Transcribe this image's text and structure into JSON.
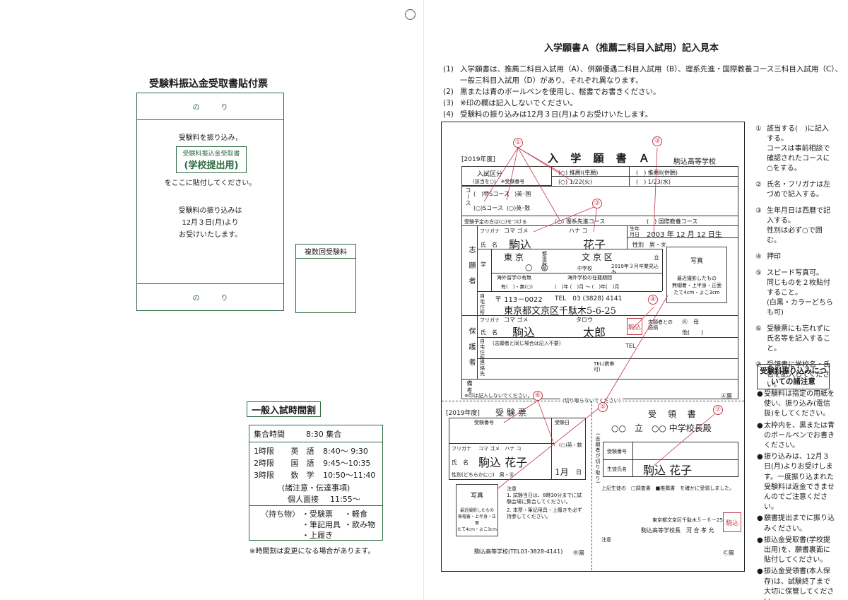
{
  "left": {
    "slip_title": "受験料振込金受取書貼付票",
    "nori": "の　　　り",
    "slip_lines": [
      "受験料を振り込み，",
      "をここに貼付してください。",
      "受験料の振り込みは",
      "12月３日(月)より",
      "お受けいたします。"
    ],
    "slip_box_small": "受験料振込金受取書",
    "slip_box_big": "(学校提出用)",
    "fukusu": "複数回受験料",
    "schedule_title": "一般入試時間割",
    "schedule": {
      "gather_label": "集合時間",
      "gather_time": "8:30 集合",
      "periods": [
        {
          "p": "1時限",
          "s": "英　語",
          "t": "8:40〜 9:30"
        },
        {
          "p": "2時限",
          "s": "国　語",
          "t": "9:45〜10:35"
        },
        {
          "p": "3時限",
          "s": "数　学",
          "t": "10:50〜11:40"
        }
      ],
      "notice": "(諸注意・伝達事項)",
      "interview_label": "個人面接",
      "interview_time": "11:55〜",
      "belongings_label": "〈持ち物〉",
      "belongings": [
        "・受験票",
        "・軽食",
        "・筆記用具",
        "・飲み物",
        "・上履き"
      ]
    },
    "note": "※時間割は変更になる場合があります。"
  },
  "right": {
    "title": "入学願書Ａ（推薦二科目入試用）記入見本",
    "rules": [
      {
        "n": "(1)",
        "t": "入学願書は、推薦二科目入試用（A）、併願優遇二科目入試用（B）、理系先進・国際教養コース三科目入試用（C）、"
      },
      {
        "n": "",
        "t": "一般三科目入試用（D）があり、それぞれ異なります。"
      },
      {
        "n": "(2)",
        "t": "黒または青のボールペンを使用し、楷書でお書きください。"
      },
      {
        "n": "(3)",
        "t": "※印の欄は記入しないでください。"
      },
      {
        "n": "(4)",
        "t": "受験料の振り込みは12月３日(月)よりお受けいたします。"
      }
    ],
    "form": {
      "year": "[2019年度]",
      "name_title": "入 学 願 書 Ａ",
      "school": "駒込高等学校",
      "kubun": "入試区分",
      "kubun_note": "(該当を○)　※受験番号",
      "suisen1": "(○) 推薦Ⅰ(単願)",
      "suisen2": "(　) 推薦Ⅱ(併願)",
      "date1": "(○) 1/22(火)",
      "date2": "(　) 1/23(水)",
      "course_label": "コース",
      "toku_s": "(　)特Sコース",
      "s_course": "(○)Sコース",
      "eikoku": "(　)英･国",
      "eisu": "(○)英･数",
      "yotei": "受験予定の方は(○)をつける",
      "rikei": "(○) 理系先進コース",
      "kokusai": "(　) 国際教養コース",
      "furigana": "フリガナ",
      "furi_sei": "コマ ゴメ",
      "furi_mei": "ハナ コ",
      "shimei": "氏　名",
      "sei": "駒込",
      "mei": "花子",
      "birth_label": "生年月日",
      "birth": "2003 年 12 月 12 日生",
      "gender": "性別　男・㊛",
      "shigansha": "志願者",
      "tokyo": "東 京",
      "bunkyo": "文 京 区",
      "to_label": "都道府県",
      "ritsu": "立",
      "gakko": "学",
      "school_name": "○　○",
      "chugakko": "中学校",
      "sotsu": "2019年３月卒業見込み",
      "ryugaku": "海外留学の有無",
      "zaiseki": "海外学校の在籍期間",
      "ari": "有(　)・無(○)",
      "kikan": "(　)年 (　)月 〜 (　)年(　)月",
      "jitaku": "自宅住所",
      "zip": "〒 113－0022",
      "tel": "TEL　03 (3828) 4141",
      "address": "東京都文京区千駄木5-6-25",
      "hogosha": "保護者",
      "g_furi_sei": "コマ ゴメ",
      "g_furi_mei": "タロウ",
      "g_sei": "駒込",
      "g_mei": "太郎",
      "zokugara": "志願者との続柄",
      "chichi": "㊋　母",
      "hoka": "他(　　)",
      "hogo_note": "(志願者と同じ場合は記入不要)",
      "tel2": "TEL",
      "renraku": "連絡先",
      "keitai": "TEL(携帯可)",
      "biko": "備考",
      "kome": "※印は記入しないでください。",
      "a_hyo": "Ⓐ票",
      "cut": "(切り取らないでください)",
      "photo_head": "写真",
      "photo_note1": "最近撮影したもの",
      "photo_note2": "無帽着・上半身・正面",
      "photo_note3": "たて4cm・よこ3cm",
      "stamp": "駒込",
      "hyo_year": "[2019年度]",
      "juken_hyo": "受験票",
      "juken_bango": "受験番号",
      "juken_bi": "受験日",
      "b_furi": "コマ ゴメ　ハナ コ",
      "b_name": "駒込 花子",
      "b_gender": "性別(どちらかに○)　男・㊛",
      "b_month": "1月",
      "b_hi": "日",
      "b_course": "(○)英・数",
      "chui": "注意",
      "chui1": "1. 試験当日は、8時30分までに試験会場に集合してください。",
      "chui2": "2. 本票・筆記用具・上履きを必ず持参してください。",
      "b_school": "駒込高等学校(TEL03-3828-4141)",
      "b_hyo": "Ⓑ票",
      "ryoshu": "受 領 書",
      "c_school": "○○　立　○○ 中学校長殿",
      "c_bango": "受験番号",
      "c_name_label": "生徒氏名",
      "c_name": "駒込 花子",
      "c_text": "上記生徒の　□調査書　■推薦書　を確かに受領しました。",
      "c_addr": "東京都文京区千駄木５－６－25",
      "c_principal": "駒込高等学校長　河 合 孝 允",
      "c_note": "注意",
      "c_hyo": "Ⓒ票",
      "kiritori": "(志願者が切り取り)"
    },
    "side": [
      {
        "n": "①",
        "t": "該当する(　)に記入する。\nコースは事前相談で確認されたコースに○をする。"
      },
      {
        "n": "②",
        "t": "氏名・フリガナは左づめで記入する。"
      },
      {
        "n": "③",
        "t": "生年月日は西暦で記入する。\n性別は必ず○で囲む。"
      },
      {
        "n": "④",
        "t": "押印"
      },
      {
        "n": "⑤",
        "t": "スピード写真可。\n同じものを２枚貼付すること。\n(白黒・カラーどちらも可)"
      },
      {
        "n": "⑥",
        "t": "受験票にも忘れずに氏名等を記入すること。"
      },
      {
        "n": "⑦",
        "t": "受領書に学校名・氏名を記入してください。"
      }
    ],
    "caution_title": "受験料振り込みについての諸注意",
    "cautions": [
      {
        "m": "●",
        "t": "受験料は指定の用紙を使い、振り込み(電信扱)をしてください。"
      },
      {
        "m": "●",
        "t": "太枠内を、黒または青のボールペンでお書きください。"
      },
      {
        "m": "●",
        "t": "振り込みは、12月３日(月)よりお受けします。一度振り込まれた受験料は返金できませんのでご注意ください。"
      },
      {
        "m": "●",
        "t": "願書提出までに振り込みください。"
      },
      {
        "m": "●",
        "t": "振込金受取書(学校提出用)を、願書裏面に貼付してください。"
      },
      {
        "m": "●",
        "t": "振込金受領書(本人保存)は、試験終了まで大切に保管してください。"
      }
    ],
    "circle_nums": [
      "①",
      "②",
      "③",
      "④",
      "⑤",
      "⑥",
      "⑦"
    ],
    "accent_red": "#c23a4a",
    "accent_green": "#2f6b43"
  }
}
